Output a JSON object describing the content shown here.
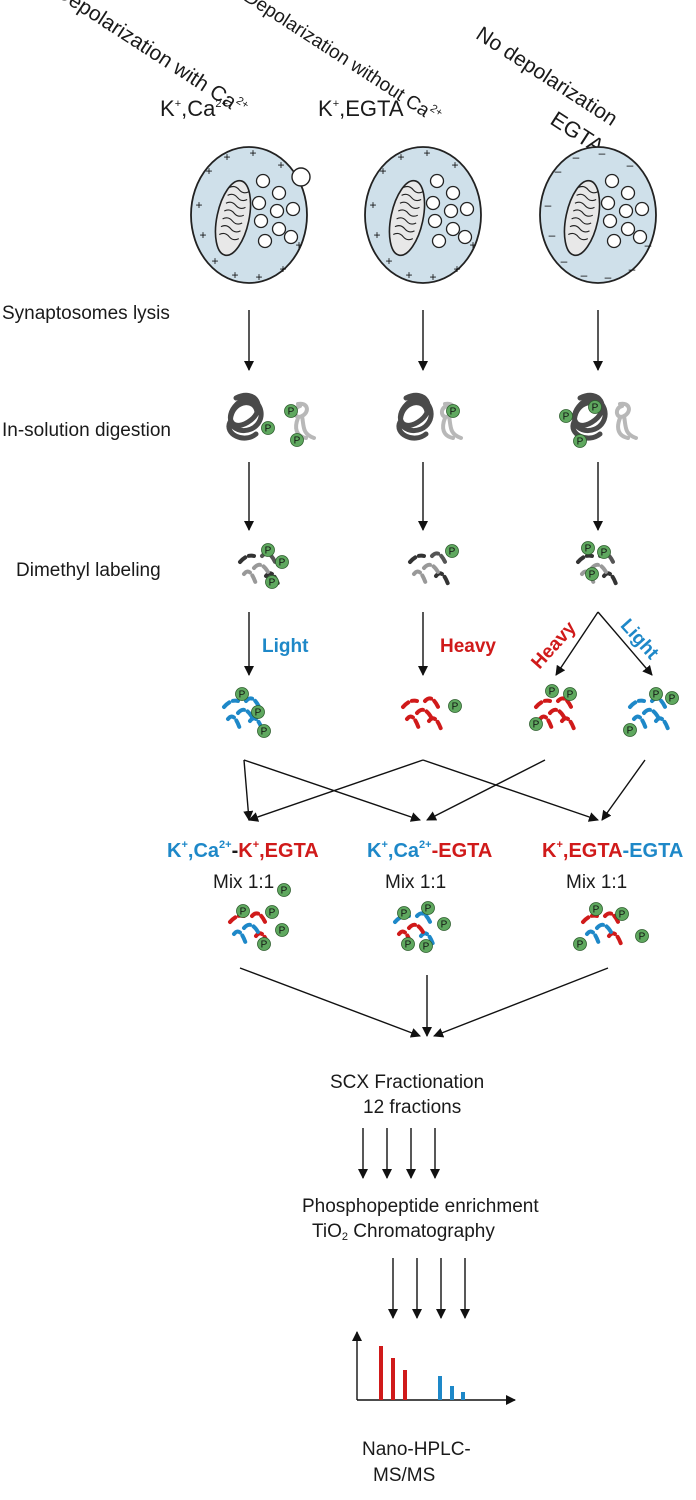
{
  "headers": [
    {
      "title": "Depolarization with Ca",
      "title_sup": "2+",
      "condition": "K",
      "condition_sup": "+",
      "condition_rest": ",Ca",
      "condition_rest_sup": "2+"
    },
    {
      "title": "Depolarization without Ca",
      "title_sup": "2+",
      "condition": "K",
      "condition_sup": "+",
      "condition_rest": ",EGTA"
    },
    {
      "title": "No depolarization",
      "condition": "EGTA"
    }
  ],
  "steps": {
    "lysis": "Synaptosomes lysis",
    "digestion": "In-solution digestion",
    "labeling": "Dimethyl labeling"
  },
  "labels": {
    "light": "Light",
    "heavy": "Heavy"
  },
  "phospho_mark": "P",
  "mixes": [
    {
      "parts": [
        "K",
        "+",
        ",Ca",
        "2+",
        "-",
        "K",
        "+",
        ",EGTA"
      ],
      "ratio": "Mix 1:1"
    },
    {
      "parts": [
        "K",
        "+",
        ",Ca",
        "2+",
        "-EGTA"
      ],
      "ratio": "Mix 1:1"
    },
    {
      "parts": [
        "K",
        "+",
        ",EGTA",
        "-EGTA"
      ],
      "ratio": "Mix 1:1"
    }
  ],
  "scx": {
    "line1": "SCX Fractionation",
    "line2": "12 fractions"
  },
  "enrich": {
    "line1": "Phosphopeptide enrichment",
    "line2_a": "TiO",
    "line2_sub": "2",
    "line2_b": " Chromatography"
  },
  "ms": {
    "line1": "Nano-HPLC-",
    "line2": "MS/MS"
  },
  "colors": {
    "light": "#1e88c8",
    "heavy": "#d01a1a",
    "phospho": "#5fa85f",
    "cell": "#cfe0ea",
    "protein": "#4a4a4a"
  }
}
